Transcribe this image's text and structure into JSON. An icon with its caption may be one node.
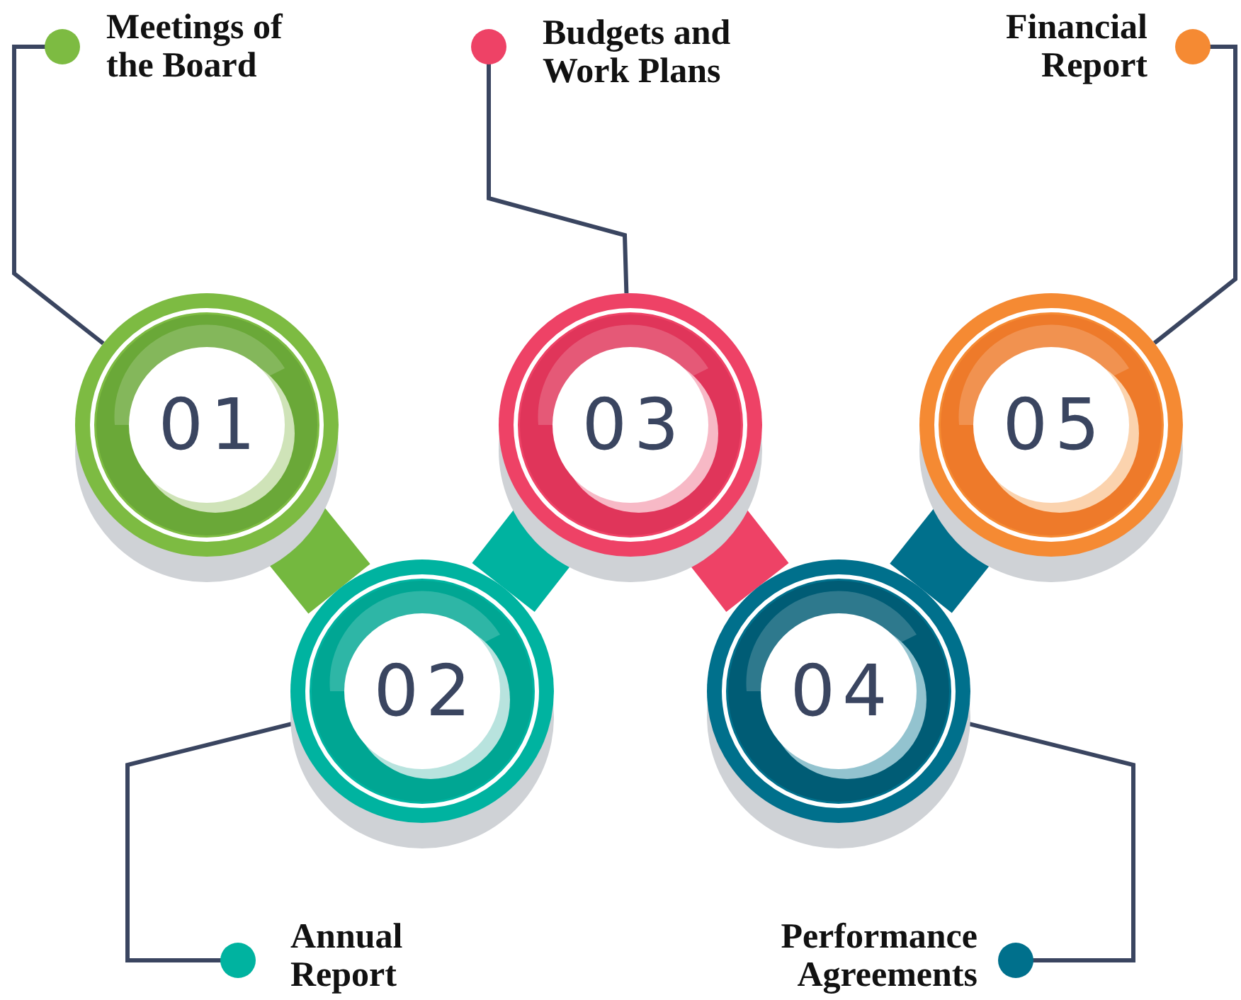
{
  "diagram": {
    "nodes": [
      {
        "text": [
          "Meetings of the Board"
        ]
      },
      {
        "text": [
          "Budgets and Work Plans"
        ]
      },
      {
        "text": [
          "Financial Report"
        ]
      },
      {
        "text": [
          "01"
        ]
      },
      {
        "text": [
          "03"
        ]
      },
      {
        "text": [
          "05"
        ]
      },
      {
        "text": [
          "02"
        ]
      },
      {
        "text": [
          "04"
        ]
      },
      {
        "text": [
          "Annual Report"
        ]
      },
      {
        "text": [
          "Performance Agreements"
        ]
      }
    ],
    "edges": [
      {
        "from": 3,
        "to": 6,
        "arrow": "none",
        "style": "thick",
        "color": "#74b83f"
      },
      {
        "from": 6,
        "to": 4,
        "arrow": "none",
        "style": "thick",
        "color": "#00b3a0"
      },
      {
        "from": 4,
        "to": 7,
        "arrow": "none",
        "style": "thick",
        "color": "#ee4266"
      },
      {
        "from": 7,
        "to": 5,
        "arrow": "none",
        "style": "thick",
        "color": "#00708c"
      },
      {
        "from": 0,
        "to": 3,
        "arrow": "other"
      },
      {
        "from": 1,
        "to": 4,
        "arrow": "other"
      },
      {
        "from": 2,
        "to": 5,
        "arrow": "other"
      },
      {
        "from": 8,
        "to": 6,
        "arrow": "other"
      },
      {
        "from": 9,
        "to": 7,
        "arrow": "other"
      }
    ]
  }
}
